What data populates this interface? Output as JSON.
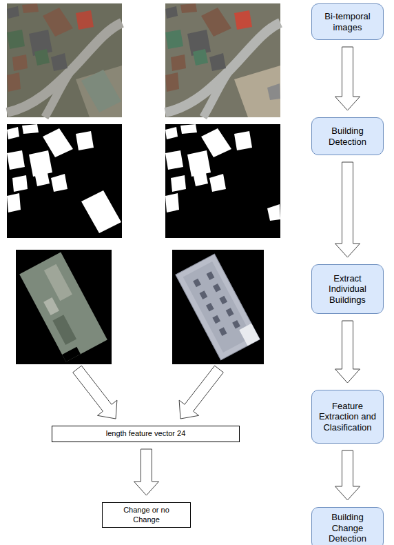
{
  "diagram": {
    "nodes": [
      {
        "text": [
          "Bi-temporal images"
        ]
      },
      {
        "text": [
          "Building Detection"
        ]
      },
      {
        "text": [
          "Extract Individual Buildings"
        ]
      },
      {
        "text": [
          "Feature Extraction and Clasification"
        ]
      },
      {
        "text": [
          "length feature vector 24"
        ]
      },
      {
        "text": [
          "Change or no Change"
        ]
      },
      {
        "text": [
          "Building Change Detection"
        ]
      }
    ],
    "edges": [
      {
        "from": 0,
        "to": 1,
        "arrow": "to"
      },
      {
        "from": 1,
        "to": 2,
        "arrow": "to"
      },
      {
        "from": 2,
        "to": 3,
        "arrow": "to"
      },
      {
        "from": 3,
        "to": 6,
        "arrow": "to"
      },
      {
        "from": 4,
        "to": 5,
        "arrow": "to"
      }
    ]
  }
}
